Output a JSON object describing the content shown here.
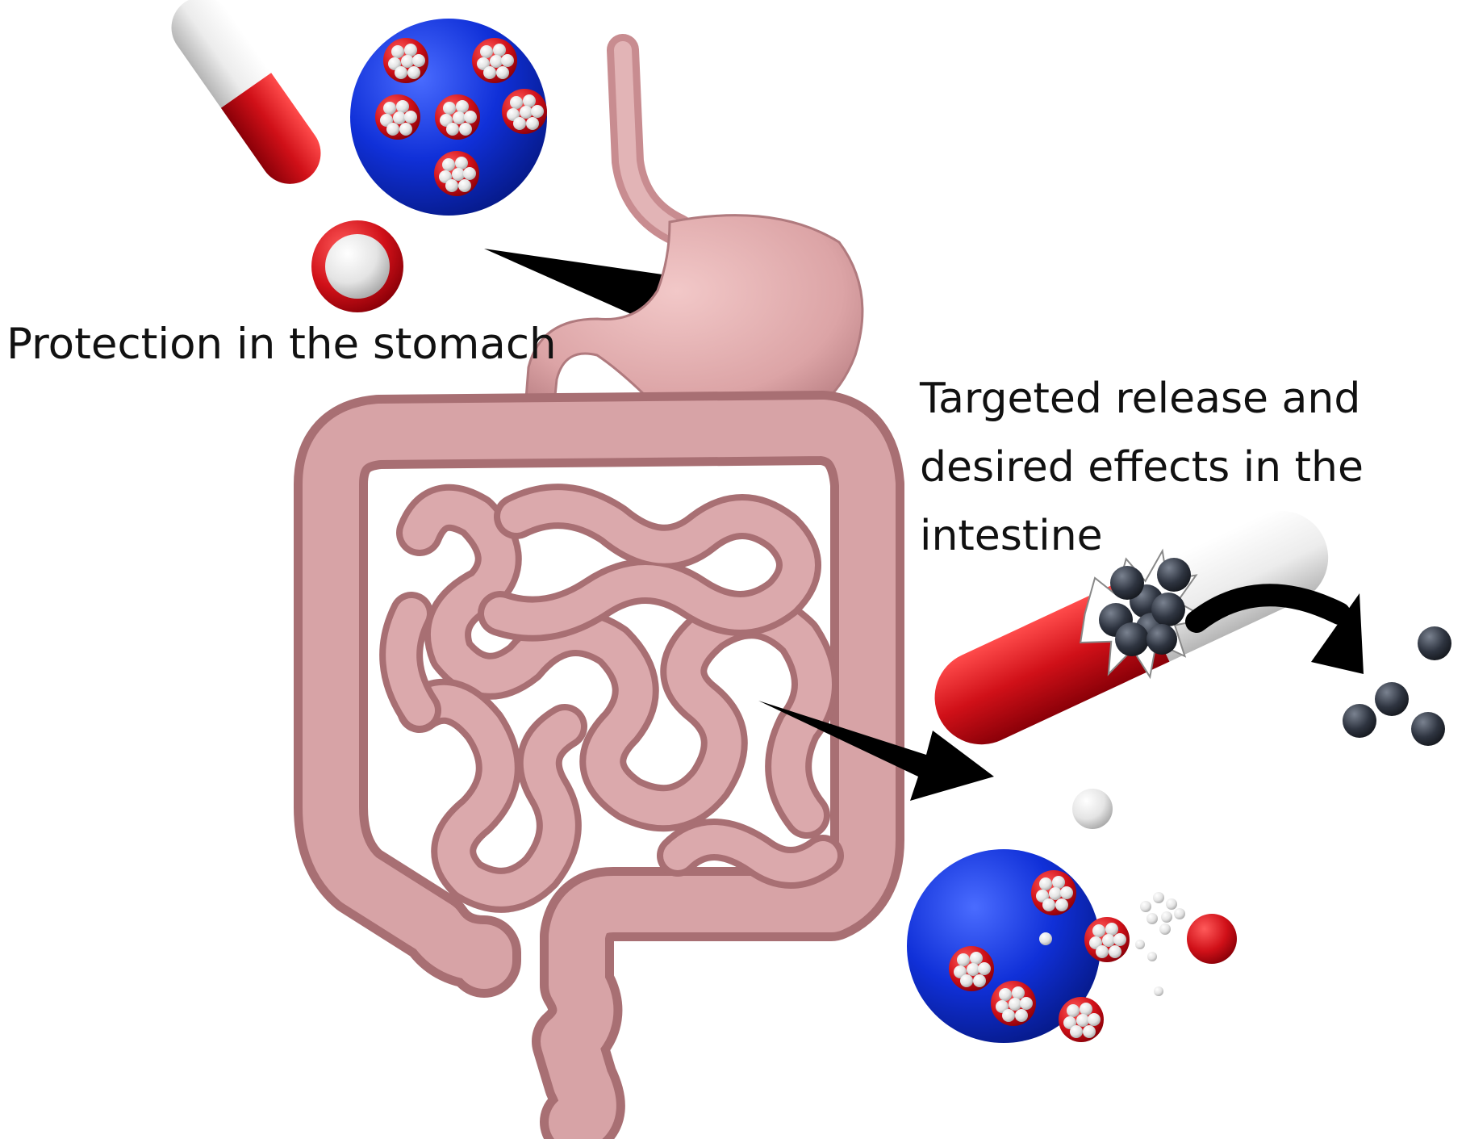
{
  "labels": {
    "stomach": "Protection in the stomach",
    "intestine_line1": "Targeted release and",
    "intestine_line2": "desired effects in the",
    "intestine_line3": "intestine"
  },
  "colors": {
    "background": "#ffffff",
    "gut": "#d19a9c",
    "gut_dark": "#a86f73",
    "capsule_red": "#d01018",
    "capsule_white": "#eeeeee",
    "microparticle_blue": "#1030d8",
    "nanoparticle_white": "#e8e8e8",
    "released_particles": "#2e3440",
    "arrow": "#000000",
    "text": "#111111"
  },
  "icons": [
    "capsule-icon",
    "microparticle-icon",
    "core-shell-particle-icon",
    "arrow-icon",
    "stomach-icon",
    "intestine-icon",
    "broken-capsule-icon",
    "released-particles-icon"
  ]
}
